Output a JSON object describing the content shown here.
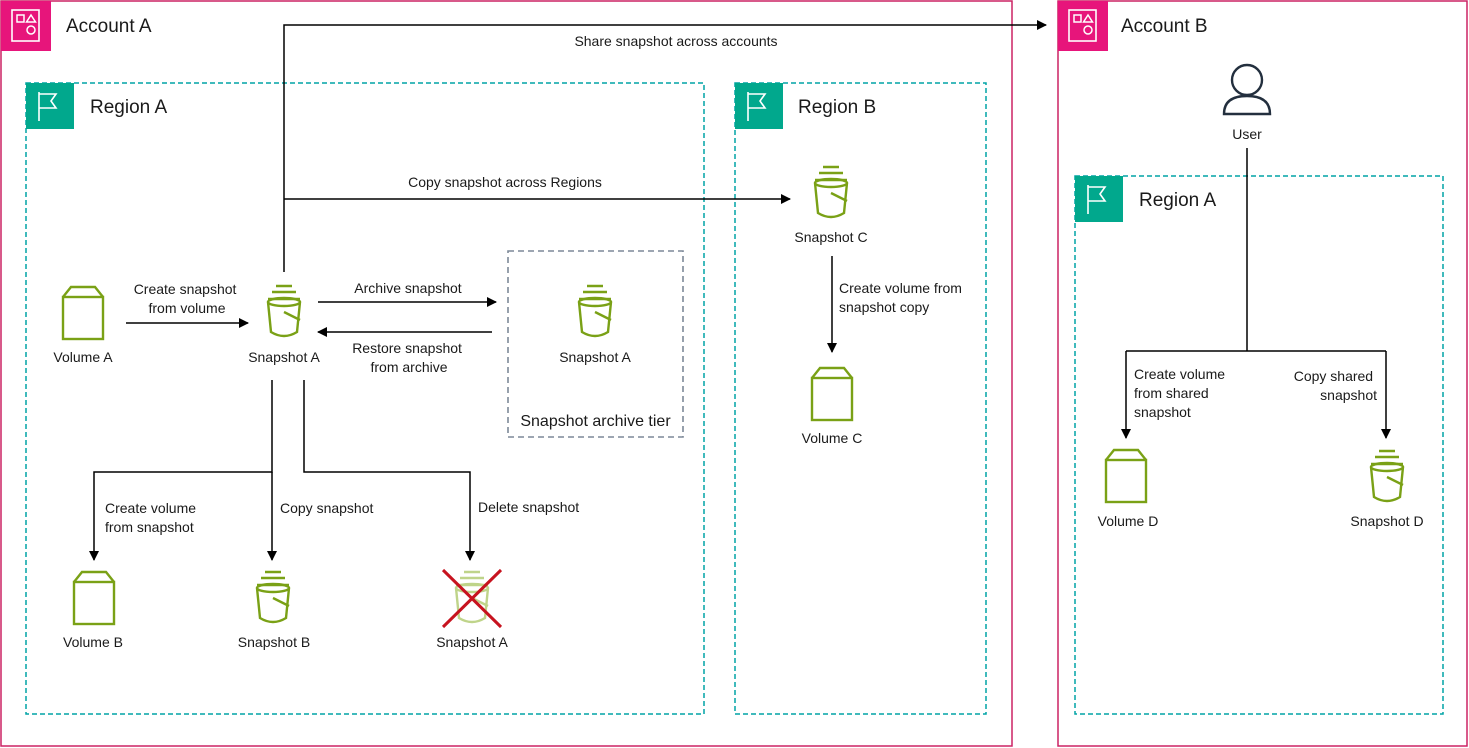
{
  "accounts": {
    "a": {
      "title": "Account A"
    },
    "b": {
      "title": "Account B"
    }
  },
  "regions": {
    "a_region": {
      "title": "Region A"
    },
    "b_region": {
      "title": "Region B"
    },
    "account_b_region": {
      "title": "Region A"
    }
  },
  "archive_tier": {
    "title": "Snapshot archive tier"
  },
  "nodes": {
    "volume_a": "Volume A",
    "snapshot_a": "Snapshot A",
    "archived_snapshot_a": "Snapshot A",
    "volume_b": "Volume B",
    "snapshot_b": "Snapshot B",
    "deleted_snapshot_a": "Snapshot A",
    "snapshot_c": "Snapshot C",
    "volume_c": "Volume C",
    "user": "User",
    "volume_d": "Volume D",
    "snapshot_d": "Snapshot D"
  },
  "edges": {
    "share_across_accounts": "Share snapshot across accounts",
    "copy_across_regions": "Copy snapshot across Regions",
    "create_snapshot_from_volume": [
      "Create snapshot",
      "from volume"
    ],
    "archive_snapshot": "Archive snapshot",
    "restore_from_archive": [
      "Restore snapshot",
      "from archive"
    ],
    "create_volume_from_snapshot": [
      "Create volume",
      "from snapshot"
    ],
    "copy_snapshot": "Copy snapshot",
    "delete_snapshot": "Delete snapshot",
    "create_volume_from_copy": [
      "Create volume from",
      "snapshot copy"
    ],
    "create_volume_from_shared": [
      "Create volume",
      "from shared",
      "snapshot"
    ],
    "copy_shared_snapshot": [
      "Copy shared",
      "snapshot"
    ]
  },
  "colors": {
    "account_border": "#cc2264",
    "account_badge": "#e7157b",
    "region_border": "#00a4a6",
    "region_badge": "#01a88d",
    "resource_green": "#7aa116",
    "deleted_green": "#bfd48a",
    "delete_x": "#c7131f",
    "archive_border": "#7d8998",
    "user_icon": "#232f3e"
  },
  "icons": {
    "account": "account-group-icon",
    "region": "region-flag-icon",
    "volume": "ebs-volume-icon",
    "snapshot": "ebs-snapshot-icon",
    "user": "user-icon",
    "delete": "delete-x-icon"
  }
}
